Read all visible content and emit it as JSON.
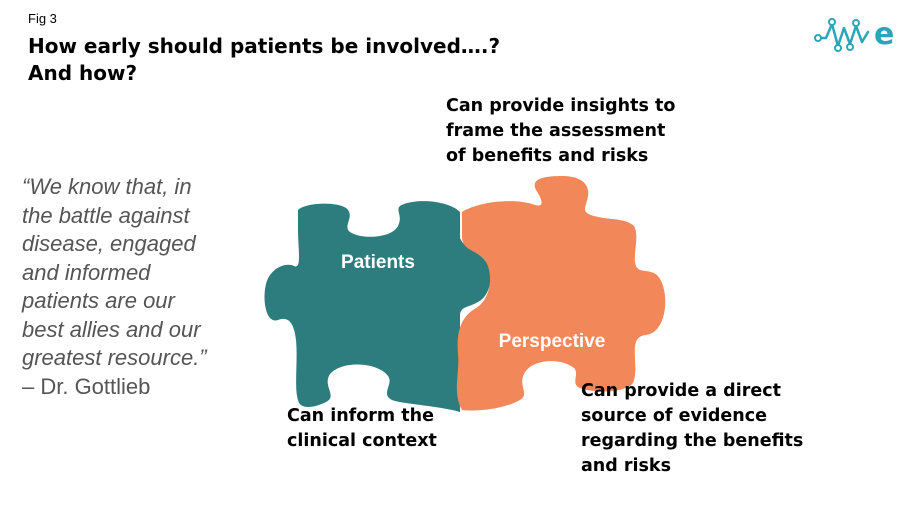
{
  "figure_label": "Fig 3",
  "title": {
    "line1": "How early should patients be involved….?",
    "line2": "And how?"
  },
  "quote": {
    "lines": [
      "“We know that, in",
      "the battle against",
      "disease, engaged",
      "and informed",
      "patients are our",
      "best allies and our",
      "greatest resource.”"
    ],
    "author": "– Dr. Gottlieb"
  },
  "puzzle": {
    "left_piece_label": "Patients",
    "right_piece_label": "Perspective",
    "left_piece_color": "#2E7D7E",
    "right_piece_color": "#F2875A"
  },
  "callouts": {
    "top": [
      "Can provide insights to",
      "frame the assessment",
      "of benefits and risks"
    ],
    "left": [
      "Can inform the",
      "clinical context"
    ],
    "right": [
      "Can provide a direct",
      "source of evidence",
      "regarding the benefits",
      "and risks"
    ]
  },
  "logo": {
    "text": "e",
    "color": "#2AA6B9"
  }
}
